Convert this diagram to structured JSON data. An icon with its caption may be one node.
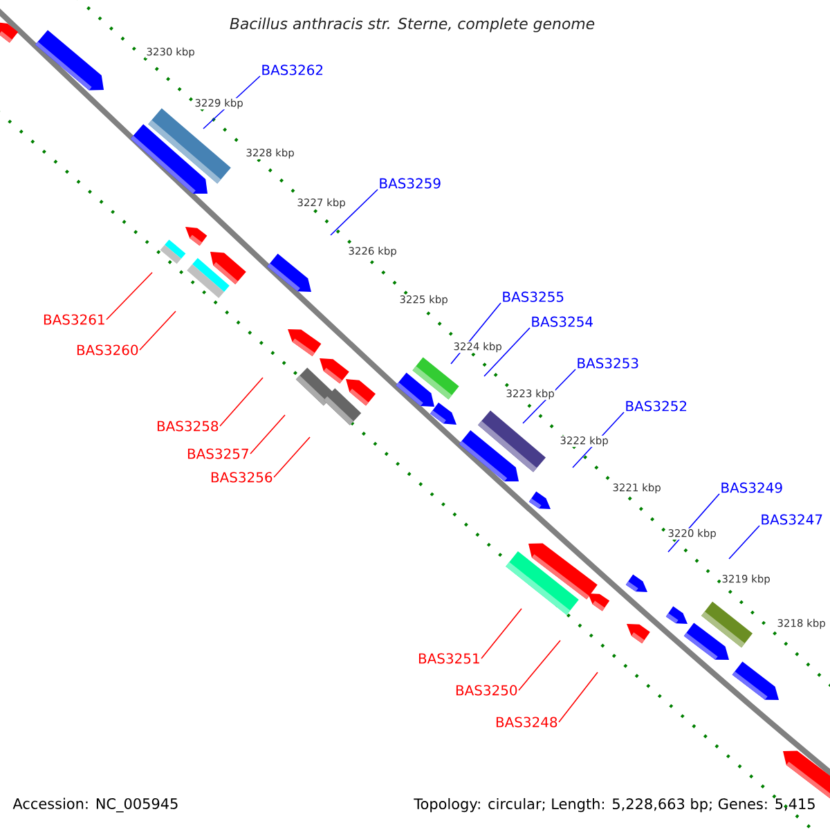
{
  "diagram": {
    "title": "Bacillus anthracis str. Sterne, complete genome",
    "nodes": [
      {
        "text": [
          "BAS3262"
        ]
      },
      {
        "text": [
          "BAS3259"
        ]
      },
      {
        "text": [
          "BAS3261"
        ]
      },
      {
        "text": [
          "BAS3260"
        ]
      },
      {
        "text": [
          "BAS3255"
        ]
      },
      {
        "text": [
          "BAS3254"
        ]
      },
      {
        "text": [
          "BAS3253"
        ]
      },
      {
        "text": [
          "BAS3258"
        ]
      },
      {
        "text": [
          "BAS3252"
        ]
      },
      {
        "text": [
          "BAS3257"
        ]
      },
      {
        "text": [
          "BAS3256"
        ]
      },
      {
        "text": [
          "BAS3249"
        ]
      },
      {
        "text": [
          "BAS3247"
        ]
      },
      {
        "text": [
          "BAS3251"
        ]
      },
      {
        "text": [
          "BAS3250"
        ]
      },
      {
        "text": [
          "BAS3248"
        ]
      }
    ],
    "edges": [
      {
        "from": 0,
        "to": null,
        "arrow": "none",
        "color": "#0000ff"
      },
      {
        "from": 1,
        "to": null,
        "arrow": "none",
        "color": "#0000ff"
      },
      {
        "from": 2,
        "to": null,
        "arrow": "none",
        "color": "#ff0000"
      },
      {
        "from": 3,
        "to": null,
        "arrow": "none",
        "color": "#ff0000"
      },
      {
        "from": 4,
        "to": null,
        "arrow": "none",
        "color": "#0000ff"
      },
      {
        "from": 5,
        "to": null,
        "arrow": "none",
        "color": "#0000ff"
      },
      {
        "from": 6,
        "to": null,
        "arrow": "none",
        "color": "#0000ff"
      },
      {
        "from": 7,
        "to": null,
        "arrow": "none",
        "color": "#ff0000"
      },
      {
        "from": 8,
        "to": null,
        "arrow": "none",
        "color": "#0000ff"
      },
      {
        "from": 9,
        "to": null,
        "arrow": "none",
        "color": "#ff0000"
      },
      {
        "from": 10,
        "to": null,
        "arrow": "none",
        "color": "#ff0000"
      },
      {
        "from": 11,
        "to": null,
        "arrow": "none",
        "color": "#0000ff"
      },
      {
        "from": 12,
        "to": null,
        "arrow": "none",
        "color": "#0000ff"
      },
      {
        "from": 13,
        "to": null,
        "arrow": "none",
        "color": "#ff0000"
      },
      {
        "from": 14,
        "to": null,
        "arrow": "none",
        "color": "#ff0000"
      },
      {
        "from": 15,
        "to": null,
        "arrow": "none",
        "color": "#ff0000"
      }
    ],
    "labels": [
      "3230 kbp",
      "3229 kbp",
      "3228 kbp",
      "3227 kbp",
      "3226 kbp",
      "3225 kbp",
      "3224 kbp",
      "3223 kbp",
      "3222 kbp",
      "3221 kbp",
      "3220 kbp",
      "3219 kbp",
      "3218 kbp",
      "Accession: NC_005945",
      "Topology: circular; Length: 5,228,663 bp; Genes: 5,415"
    ]
  }
}
